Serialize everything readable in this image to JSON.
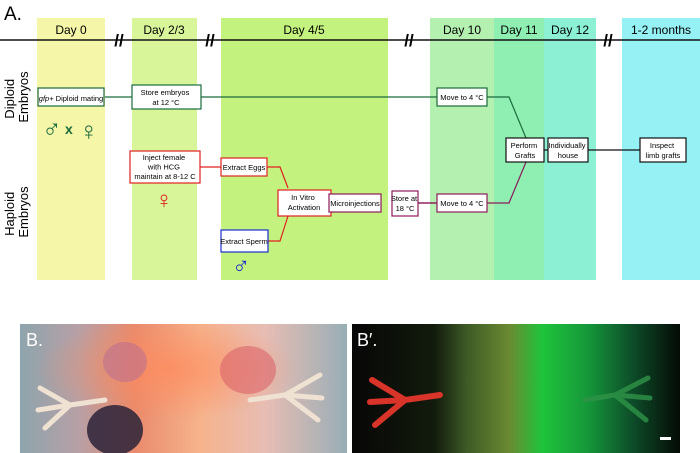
{
  "panel_labels": {
    "a": "A.",
    "b": "B.",
    "b_prime": "B′."
  },
  "days": [
    {
      "label": "Day 0",
      "color": "#f6f6a8"
    },
    {
      "label": "Day 2/3",
      "color": "#d8f59a"
    },
    {
      "label": "Day 4/5",
      "color": "#c4f27e"
    },
    {
      "label": "Day 10",
      "color": "#b4f0b0"
    },
    {
      "label": "Day 11",
      "color": "#8fefb2"
    },
    {
      "label": "Day 12",
      "color": "#8cf1d4"
    },
    {
      "label": "1-2 months",
      "color": "#96f1f5"
    }
  ],
  "break_mark": "//",
  "rows": {
    "diploid": {
      "line1": "Diploid",
      "line2": "Embryos"
    },
    "haploid": {
      "line1": "Haploid",
      "line2": "Embryos"
    }
  },
  "boxes": {
    "diploid_mating": {
      "prefix": "gfp+",
      "text": " Diploid mating"
    },
    "store_embryos": {
      "line1": "Store embryos",
      "line2": "at 12 °C"
    },
    "move_diploid": {
      "text": "Move to 4 °C"
    },
    "inject_female": {
      "line1": "Inject female",
      "line2": "with HCG",
      "line3": "maintain at 8-12 C"
    },
    "extract_eggs": {
      "text": "Extract Eggs"
    },
    "extract_sperm": {
      "text": "Extract Sperm"
    },
    "in_vitro": {
      "line1": "In Vitro",
      "line2": "Activation"
    },
    "microinjections": {
      "text": "Microinjections"
    },
    "store_18": {
      "line1": "Store at",
      "line2": "18 °C"
    },
    "move_haploid": {
      "text": "Move to 4 °C"
    },
    "perform_grafts": {
      "line1": "Perform",
      "line2": "Grafts"
    },
    "individually_house": {
      "line1": "Individually",
      "line2": "house"
    },
    "inspect": {
      "line1": "Inspect",
      "line2": "limb grafts"
    }
  },
  "symbols": {
    "male": "♂",
    "female": "♀",
    "cross": "x"
  },
  "colors": {
    "diploid": "#1a6b3c",
    "haploid_red": "#e02020",
    "haploid_purple": "#8b1a5a",
    "sperm_blue": "#1a2fcf",
    "black": "#111111"
  }
}
